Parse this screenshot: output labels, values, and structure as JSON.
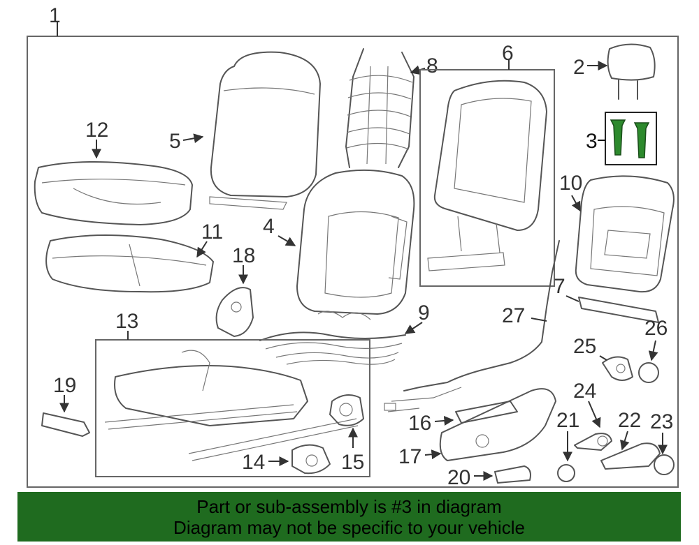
{
  "callouts": {
    "l1": "1",
    "l2": "2",
    "l3": "3",
    "l4": "4",
    "l5": "5",
    "l6": "6",
    "l7": "7",
    "l8": "8",
    "l9": "9",
    "l10": "10",
    "l11": "11",
    "l12": "12",
    "l13": "13",
    "l14": "14",
    "l15": "15",
    "l16": "16",
    "l17": "17",
    "l18": "18",
    "l19": "19",
    "l20": "20",
    "l21": "21",
    "l22": "22",
    "l23": "23",
    "l24": "24",
    "l25": "25",
    "l26": "26",
    "l27": "27"
  },
  "colors": {
    "banner_bg": "#1f6b1f",
    "highlight_part": "#2d8a2d",
    "line_art": "#555555"
  },
  "banner": {
    "line1": "Part or sub-assembly is #3 in diagram",
    "line2": "Diagram may not be specific to your vehicle"
  }
}
